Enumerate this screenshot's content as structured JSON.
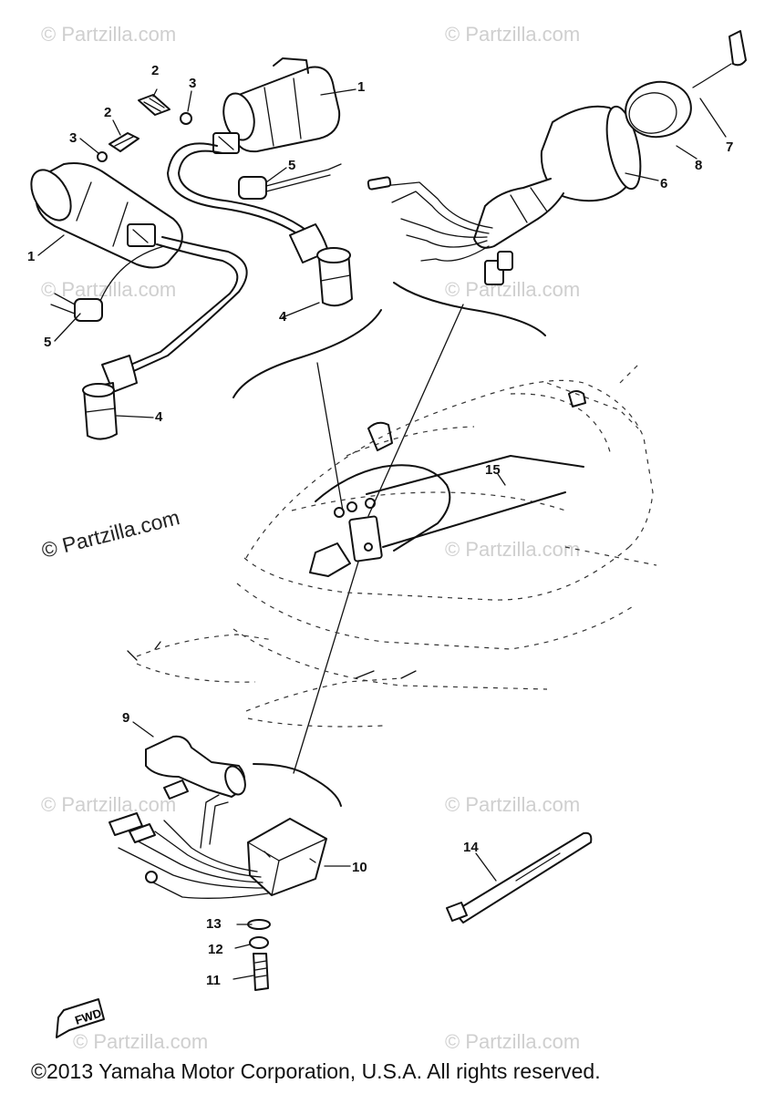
{
  "callouts": [
    {
      "id": "c1a",
      "text": "1"
    },
    {
      "id": "c2a",
      "text": "2"
    },
    {
      "id": "c3a",
      "text": "3"
    },
    {
      "id": "c2b",
      "text": "2"
    },
    {
      "id": "c3b",
      "text": "3"
    },
    {
      "id": "c5a",
      "text": "5"
    },
    {
      "id": "c1b",
      "text": "1"
    },
    {
      "id": "c5b",
      "text": "5"
    },
    {
      "id": "c4a",
      "text": "4"
    },
    {
      "id": "c4b",
      "text": "4"
    },
    {
      "id": "c7",
      "text": "7"
    },
    {
      "id": "c8",
      "text": "8"
    },
    {
      "id": "c6",
      "text": "6"
    },
    {
      "id": "c15",
      "text": "15"
    },
    {
      "id": "c9",
      "text": "9"
    },
    {
      "id": "c10",
      "text": "10"
    },
    {
      "id": "c14",
      "text": "14"
    },
    {
      "id": "c13",
      "text": "13"
    },
    {
      "id": "c12",
      "text": "12"
    },
    {
      "id": "c11",
      "text": "11"
    }
  ],
  "fwd_label": "FWD",
  "watermark": "© Partzilla.com",
  "copyright": "©2013 Yamaha Motor Corporation, U.S.A. All rights reserved."
}
